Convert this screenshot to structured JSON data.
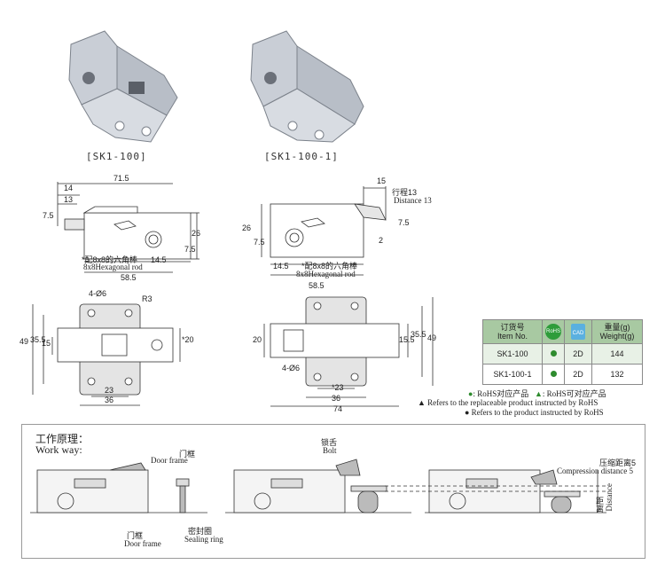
{
  "products": {
    "caption_left": "[SK1-100]",
    "caption_right": "[SK1-100-1]"
  },
  "drawing_left_front": {
    "dim_overall": "71.5",
    "dim_14": "14",
    "dim_13": "13",
    "dim_7_5": "7.5",
    "dim_26": "26",
    "dim_7_5b": "7.5",
    "dim_14_5": "14.5",
    "dim_58_5": "58.5",
    "hex_cn": "*配8x8的六角棒",
    "hex_en": "8x8Hexagonal rod"
  },
  "drawing_right_front": {
    "dim_15": "15",
    "travel_cn": "行程13",
    "travel_en": "Distance 13",
    "dim_7_5": "7.5",
    "dim_26": "26",
    "dim_7_5b": "7.5",
    "dim_2": "2",
    "dim_14_5": "14.5",
    "dim_58_5": "58.5",
    "hex_cn": "*配8x8的六角棒",
    "hex_en": "8x8Hexagonal rod"
  },
  "drawing_left_top": {
    "holes": "4-Ø6",
    "radius": "R3",
    "dim_49": "49",
    "dim_35_5": "35.5",
    "dim_15": "15",
    "dim_20": "*20",
    "dim_23": "23",
    "dim_36": "36"
  },
  "drawing_right_top": {
    "dim_20": "20",
    "dim_15_5": "15.5",
    "dim_35_5": "35.5",
    "dim_49": "49",
    "holes": "4-Ø6",
    "dim_23": "*23",
    "dim_36": "36",
    "dim_74": "74"
  },
  "spec_table": {
    "col_item_cn": "订货号",
    "col_item_en": "Item No.",
    "col_rohs_icon": "RoHS",
    "col_cad_icon": "CAD",
    "col_weight_cn": "重量(g)",
    "col_weight_en": "Weight(g)",
    "rows": [
      {
        "item": "SK1-100",
        "cad": "2D",
        "weight": "144"
      },
      {
        "item": "SK1-100-1",
        "cad": "2D",
        "weight": "132"
      }
    ]
  },
  "legend": {
    "rohs_dot": "●",
    "rohs_cn": ": RoHS对应产品",
    "tri": "▲",
    "replace_cn": ": RoHS可对应产品",
    "replace_en": "▲ Refers to the replaceable product instructed by RoHS",
    "rohs_en": "● Refers to the product instructed by RoHS"
  },
  "work_way": {
    "title_cn": "工作原理：",
    "title_en": "Work way:",
    "door_frame_cn": "门框",
    "door_frame_en": "Door frame",
    "door_frame2_cn": "门框",
    "door_frame2_en": "Door frame",
    "sealing_cn": "密封圈",
    "sealing_en": "Sealing ring",
    "bolt_cn": "锁舌",
    "bolt_en": "Bolt",
    "comp_cn": "压缩距离5",
    "comp_en": "Compression distance 5",
    "dist_cn": "距离",
    "dist_en": "Distance"
  },
  "colors": {
    "line": "#333333",
    "metal": "#c8ccd2",
    "table_head": "#a8c9a2",
    "rohs_green": "#2e8b2e"
  }
}
